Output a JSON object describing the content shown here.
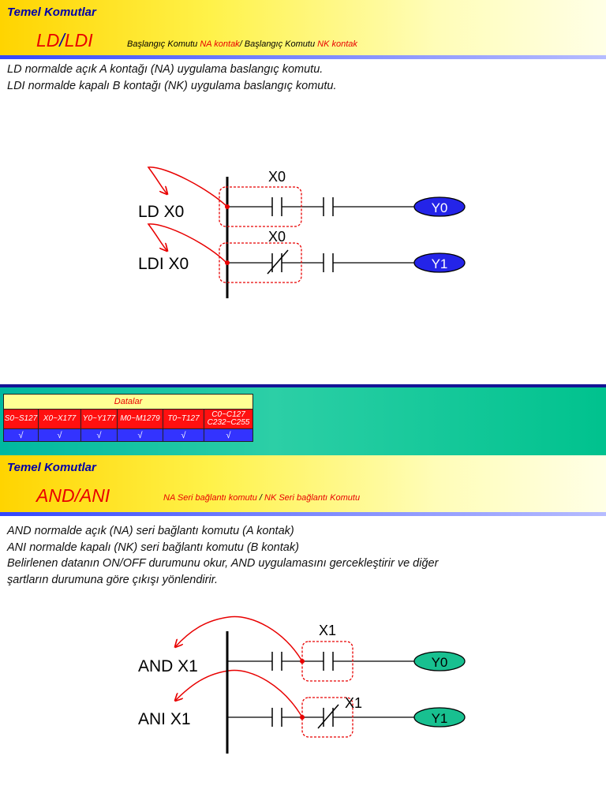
{
  "section1": {
    "title": "Temel Komutlar",
    "cmd_a": "LD",
    "cmd_sep": "/",
    "cmd_b": "LDI",
    "subtitle_1": "Başlangıç Komutu ",
    "subtitle_2": "NA kontak",
    "subtitle_3": "/ Başlangıç Komutu ",
    "subtitle_4": "NK kontak",
    "desc": [
      "LD normalde açık A kontağı (NA) uygulama baslangıç komutu.",
      "LDI normalde kapalı B kontağı (NK) uygulama baslangıç komutu."
    ],
    "diagram": {
      "line1_instr": "LD X0",
      "line2_instr": "LDI X0",
      "contact1_label": "X0",
      "contact2_label": "X0",
      "output1": "Y0",
      "output2": "Y1",
      "output_color": "#2424e8",
      "output_text_color": "#ffffff"
    }
  },
  "data_table": {
    "header": "Datalar",
    "operands": [
      "S0~S127",
      "X0~X177",
      "Y0~Y177",
      "M0~M1279",
      "T0~T127",
      "C0~C127",
      "C232~C255"
    ],
    "checks": [
      "√",
      "√",
      "√",
      "√",
      "√",
      "√"
    ]
  },
  "section2": {
    "title": "Temel Komutlar",
    "cmd_a": "AND",
    "cmd_sep": "/",
    "cmd_b": "ANI",
    "subtitle_1": "NA Seri bağlantı komutu ",
    "subtitle_2": "/",
    "subtitle_3": " NK Seri bağlantı Komutu",
    "desc": [
      "AND normalde açık (NA) seri bağlantı komutu (A kontak)",
      "ANI normalde kapalı (NK) seri bağlantı komutu (B kontak)",
      "Belirlenen datanın ON/OFF durumunu okur, AND uygulamasını gercekleştirir ve diğer",
      "şartların durumuna göre çıkışı yönlendirir."
    ],
    "diagram": {
      "line1_instr": "AND X1",
      "line2_instr": "ANI X1",
      "contact1_label": "X1",
      "contact2_label": "X1",
      "output1": "Y0",
      "output2": "Y1",
      "output_color": "#18c090",
      "output_text_color": "#000000"
    }
  }
}
